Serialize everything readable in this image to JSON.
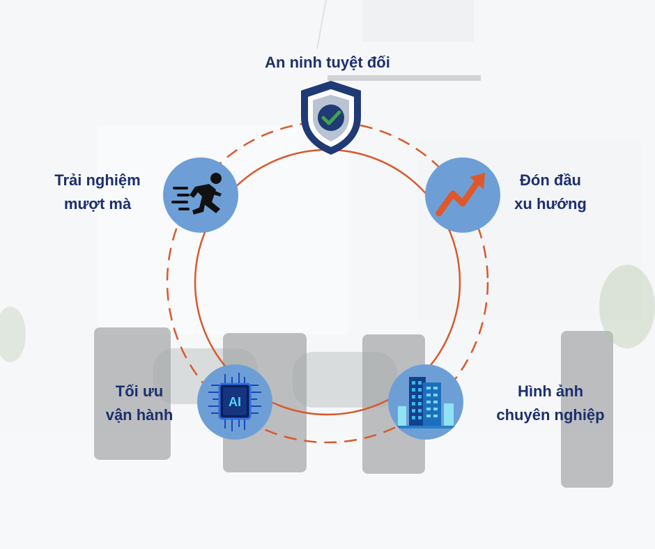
{
  "features": {
    "top": {
      "label": "An ninh tuyệt đối",
      "icon": "shield-check-icon"
    },
    "left_top": {
      "line1": "Trải nghiệm",
      "line2": "mượt mà",
      "icon": "running-person-icon"
    },
    "right_top": {
      "line1": "Đón đầu",
      "line2": "xu hướng",
      "icon": "trend-up-arrow-icon"
    },
    "left_bottom": {
      "line1": "Tối ưu",
      "line2": "vận hành",
      "icon": "ai-chip-icon",
      "chip_text": "AI"
    },
    "right_bottom": {
      "line1": "Hình ảnh",
      "line2": "chuyên nghiệp",
      "icon": "office-buildings-icon"
    }
  },
  "colors": {
    "label_navy": "#1c2f6e",
    "ring_orange": "#d9582b",
    "icon_circle_blue": "#6d9fd6",
    "shield_navy": "#1f3a74",
    "check_green": "#3fa34d"
  }
}
